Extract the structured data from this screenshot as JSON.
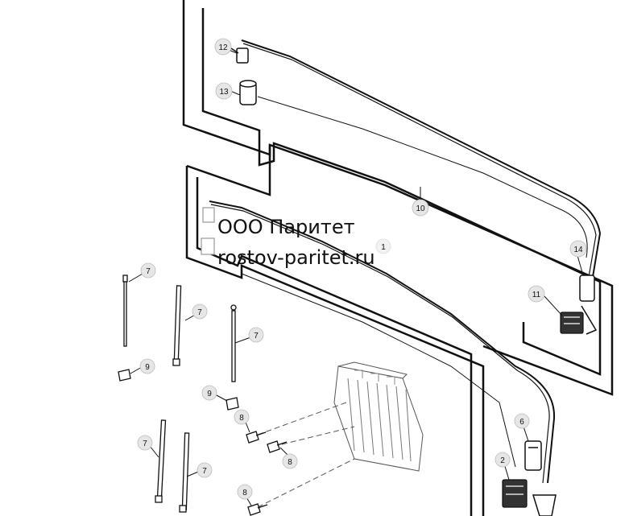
{
  "watermark": {
    "line1": "ООО Паритет",
    "line2": "rostov-paritet.ru"
  },
  "callouts": {
    "c1": "1",
    "c2": "2",
    "c6": "6",
    "c7a": "7",
    "c7b": "7",
    "c7c": "7",
    "c7d": "7",
    "c7e": "7",
    "c8a": "8",
    "c8b": "8",
    "c8c": "8",
    "c9a": "9",
    "c9b": "9",
    "c10": "10",
    "c11": "11",
    "c12": "12",
    "c13": "13",
    "c14": "14"
  }
}
